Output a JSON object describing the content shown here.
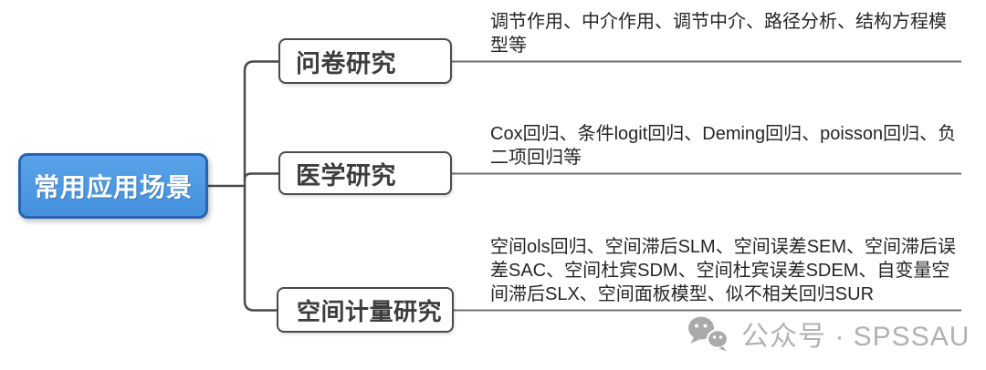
{
  "diagram": {
    "root": {
      "label": "常用应用场景"
    },
    "branches": [
      {
        "label": "问卷研究",
        "detail": "调节作用、中介作用、调节中介、路径分析、结构方程模型等"
      },
      {
        "label": "医学研究",
        "detail": "Cox回归、条件logit回归、Deming回归、poisson回归、负二项回归等"
      },
      {
        "label": "空间计量研究",
        "detail": "空间ols回归、空间滞后SLM、空间误差SEM、空间滞后误差SAC、空间杜宾SDM、空间杜宾误差SDEM、自变量空间滞后SLX、空间面板模型、似不相关回归SUR"
      }
    ]
  },
  "watermark": {
    "icon": "wechat-icon",
    "text": "公众号 · SPSSAU"
  },
  "colors": {
    "root_fill": "#4f9be5",
    "root_border": "#2b63b0",
    "root_text": "#ffffff",
    "branch_border": "#4a4a4a",
    "branch_text": "#3d3d3d",
    "connector": "#4a4a4a",
    "underline": "#707070",
    "detail_text": "#262626",
    "watermark_gray": "#b2b2b2"
  }
}
